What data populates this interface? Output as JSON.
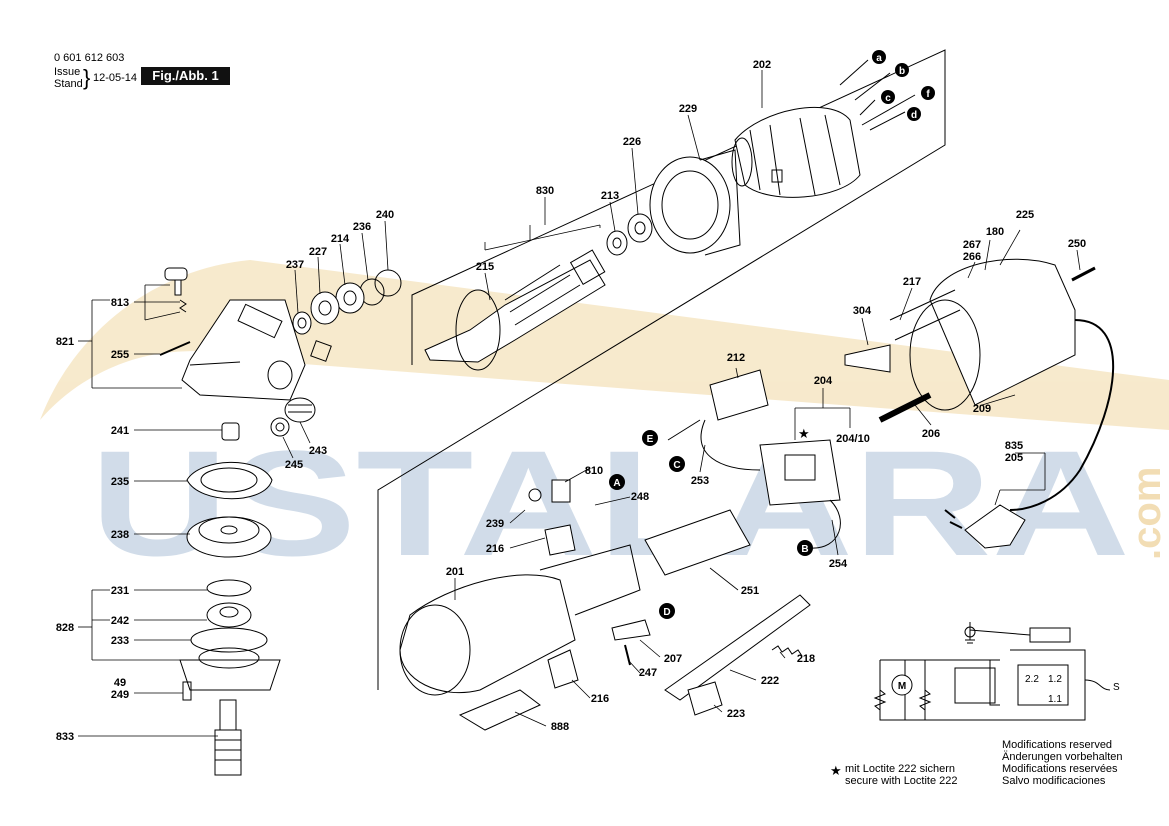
{
  "header": {
    "part_number": "0 601 612 603",
    "issue_label": "Issue",
    "stand_label": "Stand",
    "date": "12-05-14",
    "figure_label": "Fig./Abb. 1"
  },
  "watermark": {
    "text": "USTALARA",
    "suffix": ".com",
    "color": "#c8d8e8",
    "accent_color": "#f2dcae"
  },
  "callouts": {
    "c202": "202",
    "c229": "229",
    "c226": "226",
    "c830": "830",
    "c213": "213",
    "c215": "215",
    "c240": "240",
    "c236": "236",
    "c214": "214",
    "c227": "227",
    "c237": "237",
    "c813": "813",
    "c821": "821",
    "c255": "255",
    "c241": "241",
    "c243": "243",
    "c245": "245",
    "c235": "235",
    "c238": "238",
    "c231": "231",
    "c828": "828",
    "c242": "242",
    "c233": "233",
    "c49": "49",
    "c249": "249",
    "c833": "833",
    "c225": "225",
    "c180": "180",
    "c267": "267",
    "c266": "266",
    "c250": "250",
    "c217": "217",
    "c304": "304",
    "c209": "209",
    "c206": "206",
    "c212": "212",
    "c204": "204",
    "c204_10": "204/10",
    "c253": "253",
    "c835": "835",
    "c205": "205",
    "c810": "810",
    "c248": "248",
    "c239": "239",
    "c216a": "216",
    "c254": "254",
    "c201": "201",
    "c251": "251",
    "c207": "207",
    "c247": "247",
    "c218": "218",
    "c216b": "216",
    "c222": "222",
    "c223": "223",
    "c888": "888"
  },
  "badges": {
    "a": "a",
    "b": "b",
    "c": "c",
    "f": "f",
    "d": "d",
    "A": "A",
    "B": "B",
    "C": "C",
    "D": "D",
    "E": "E"
  },
  "schematic": {
    "m_label": "M",
    "t22": "2.2",
    "t12": "1.2",
    "t11": "1.1",
    "s_label": "S"
  },
  "notes": {
    "loctite_de": "mit Loctite 222 sichern",
    "loctite_en": "secure with Loctite 222",
    "mod_en": "Modifications reserved",
    "mod_de": "Änderungen vorbehalten",
    "mod_fr": "Modifications reservées",
    "mod_es": "Salvo modificaciones"
  }
}
